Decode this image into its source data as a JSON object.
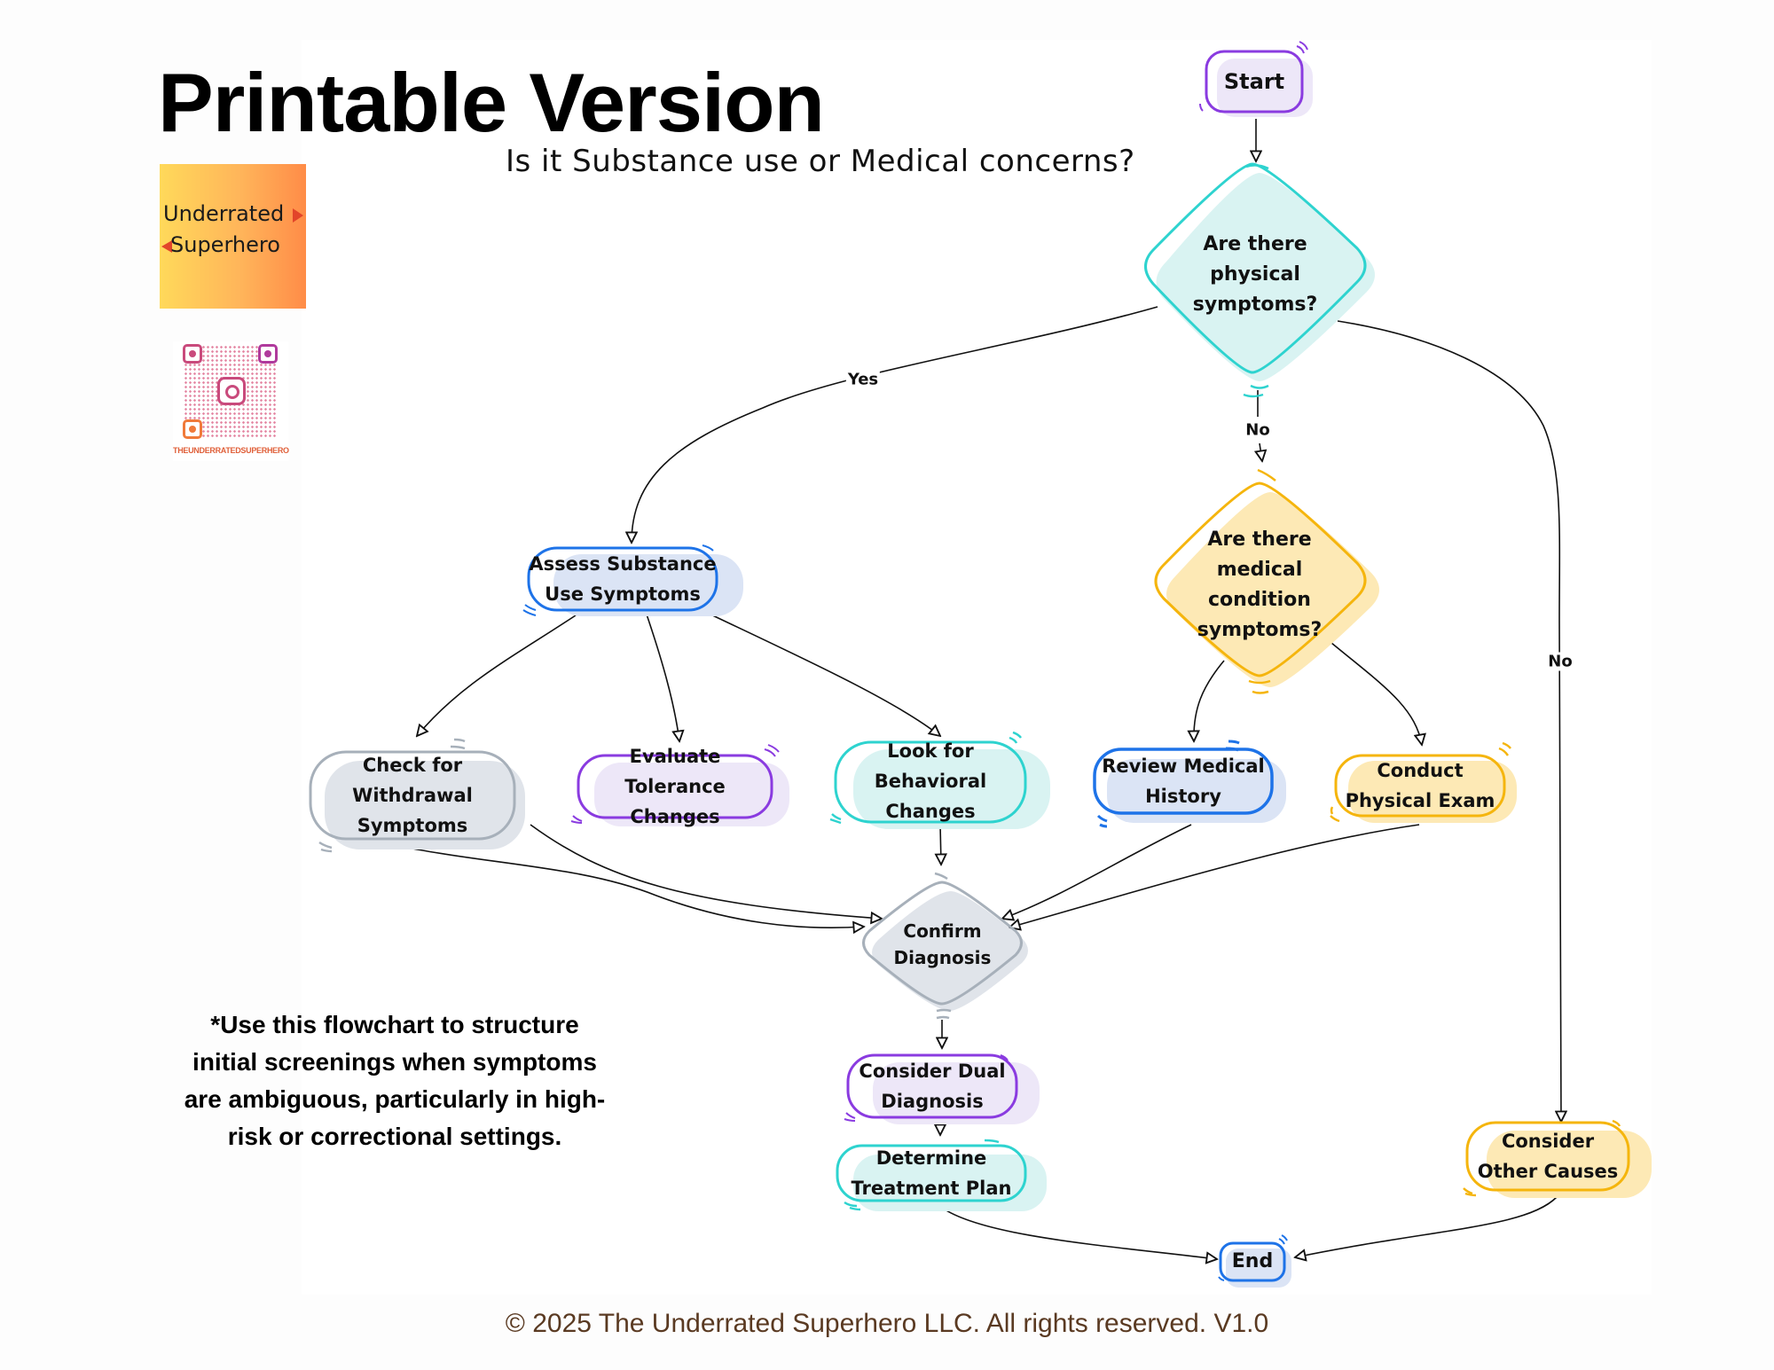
{
  "header": {
    "title": "Printable Version",
    "subtitle": "Is it Substance use or Medical concerns?"
  },
  "branding": {
    "logo_line1": "Underrated",
    "logo_line2": "Superhero",
    "qr_handle": "THEUNDERRATEDSUPERHERO",
    "qr_icon": "instagram-icon"
  },
  "colors": {
    "purple": "#8a3be0",
    "purple_fill": "#ede7f8",
    "teal": "#2ed3cf",
    "teal_fill": "#d9f3f2",
    "blue": "#1e73e8",
    "blue_fill": "#dbe4f5",
    "yellow": "#f5b50d",
    "yellow_fill": "#fde9b5",
    "gray": "#a7b0ba",
    "gray_fill": "#e0e4ea",
    "footer_text": "#5a3a22"
  },
  "nodes": {
    "start": {
      "label": "Start",
      "shape": "rounded",
      "color": "purple"
    },
    "physical_symptoms": {
      "label": "Are there\nphysical\nsymptoms?",
      "shape": "diamond",
      "color": "teal"
    },
    "medical_condition": {
      "label": "Are there\nmedical\ncondition\nsymptoms?",
      "shape": "diamond",
      "color": "yellow"
    },
    "assess_substance": {
      "label": "Assess Substance\nUse Symptoms",
      "shape": "rounded",
      "color": "blue"
    },
    "check_withdrawal": {
      "label": "Check for\nWithdrawal\nSymptoms",
      "shape": "rounded",
      "color": "gray"
    },
    "evaluate_tolerance": {
      "label": "Evaluate\nTolerance Changes",
      "shape": "rounded",
      "color": "purple"
    },
    "behavioral_changes": {
      "label": "Look for\nBehavioral\nChanges",
      "shape": "rounded",
      "color": "teal"
    },
    "review_history": {
      "label": "Review Medical\nHistory",
      "shape": "rounded",
      "color": "blue"
    },
    "physical_exam": {
      "label": "Conduct\nPhysical Exam",
      "shape": "rounded",
      "color": "yellow"
    },
    "confirm_diagnosis": {
      "label": "Confirm\nDiagnosis",
      "shape": "diamond",
      "color": "gray"
    },
    "dual_diagnosis": {
      "label": "Consider Dual\nDiagnosis",
      "shape": "rounded",
      "color": "purple"
    },
    "treatment_plan": {
      "label": "Determine\nTreatment Plan",
      "shape": "rounded",
      "color": "teal"
    },
    "other_causes": {
      "label": "Consider\nOther Causes",
      "shape": "rounded",
      "color": "yellow"
    },
    "end": {
      "label": "End",
      "shape": "rounded",
      "color": "blue"
    }
  },
  "edges": [
    {
      "from": "start",
      "to": "physical_symptoms",
      "label": ""
    },
    {
      "from": "physical_symptoms",
      "to": "assess_substance",
      "label": "Yes"
    },
    {
      "from": "physical_symptoms",
      "to": "medical_condition",
      "label": "No"
    },
    {
      "from": "physical_symptoms",
      "to": "other_causes",
      "label": "No"
    },
    {
      "from": "assess_substance",
      "to": "check_withdrawal",
      "label": ""
    },
    {
      "from": "assess_substance",
      "to": "evaluate_tolerance",
      "label": ""
    },
    {
      "from": "assess_substance",
      "to": "behavioral_changes",
      "label": ""
    },
    {
      "from": "medical_condition",
      "to": "review_history",
      "label": ""
    },
    {
      "from": "medical_condition",
      "to": "physical_exam",
      "label": ""
    },
    {
      "from": "check_withdrawal",
      "to": "confirm_diagnosis",
      "label": ""
    },
    {
      "from": "evaluate_tolerance",
      "to": "confirm_diagnosis",
      "label": ""
    },
    {
      "from": "behavioral_changes",
      "to": "confirm_diagnosis",
      "label": ""
    },
    {
      "from": "review_history",
      "to": "confirm_diagnosis",
      "label": ""
    },
    {
      "from": "physical_exam",
      "to": "confirm_diagnosis",
      "label": ""
    },
    {
      "from": "confirm_diagnosis",
      "to": "dual_diagnosis",
      "label": ""
    },
    {
      "from": "dual_diagnosis",
      "to": "treatment_plan",
      "label": ""
    },
    {
      "from": "treatment_plan",
      "to": "end",
      "label": ""
    },
    {
      "from": "other_causes",
      "to": "end",
      "label": ""
    }
  ],
  "edge_labels": {
    "yes": "Yes",
    "no_medical": "No",
    "no_other": "No"
  },
  "footnote": "*Use this flowchart to structure initial screenings when symptoms are ambiguous, particularly in high-risk or correctional settings.",
  "footer": "© 2025 The Underrated Superhero LLC. All rights reserved. V1.0"
}
